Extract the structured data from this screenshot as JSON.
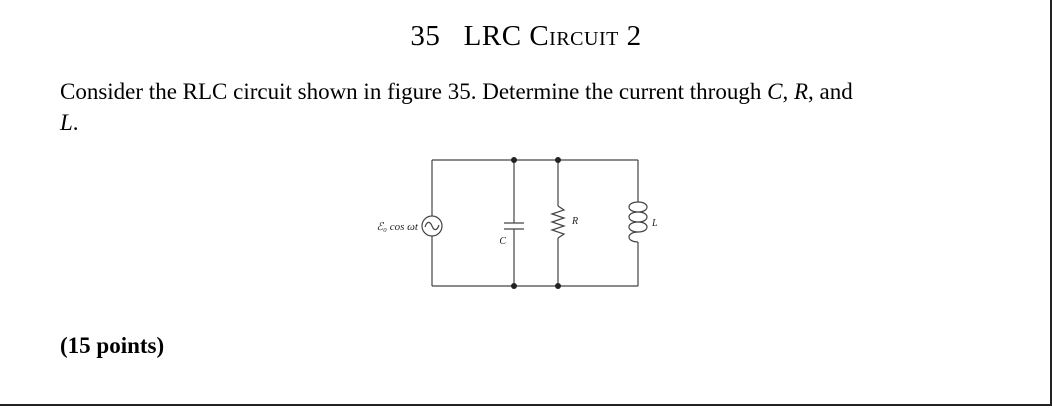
{
  "section": {
    "number": "35",
    "title_caps": "LRC",
    "title_rest": "Circuit 2"
  },
  "prompt": {
    "text_before": "Consider the RLC circuit shown in figure 35. Determine the current through ",
    "var_c": "C",
    "sep1": ", ",
    "var_r": "R",
    "sep2": ", and ",
    "var_l": "L",
    "end": "."
  },
  "figure": {
    "source_label": "ℰ₀ cos ωt",
    "capacitor_label": "C",
    "resistor_label": "R",
    "inductor_label": "L"
  },
  "points": "(15 points)"
}
